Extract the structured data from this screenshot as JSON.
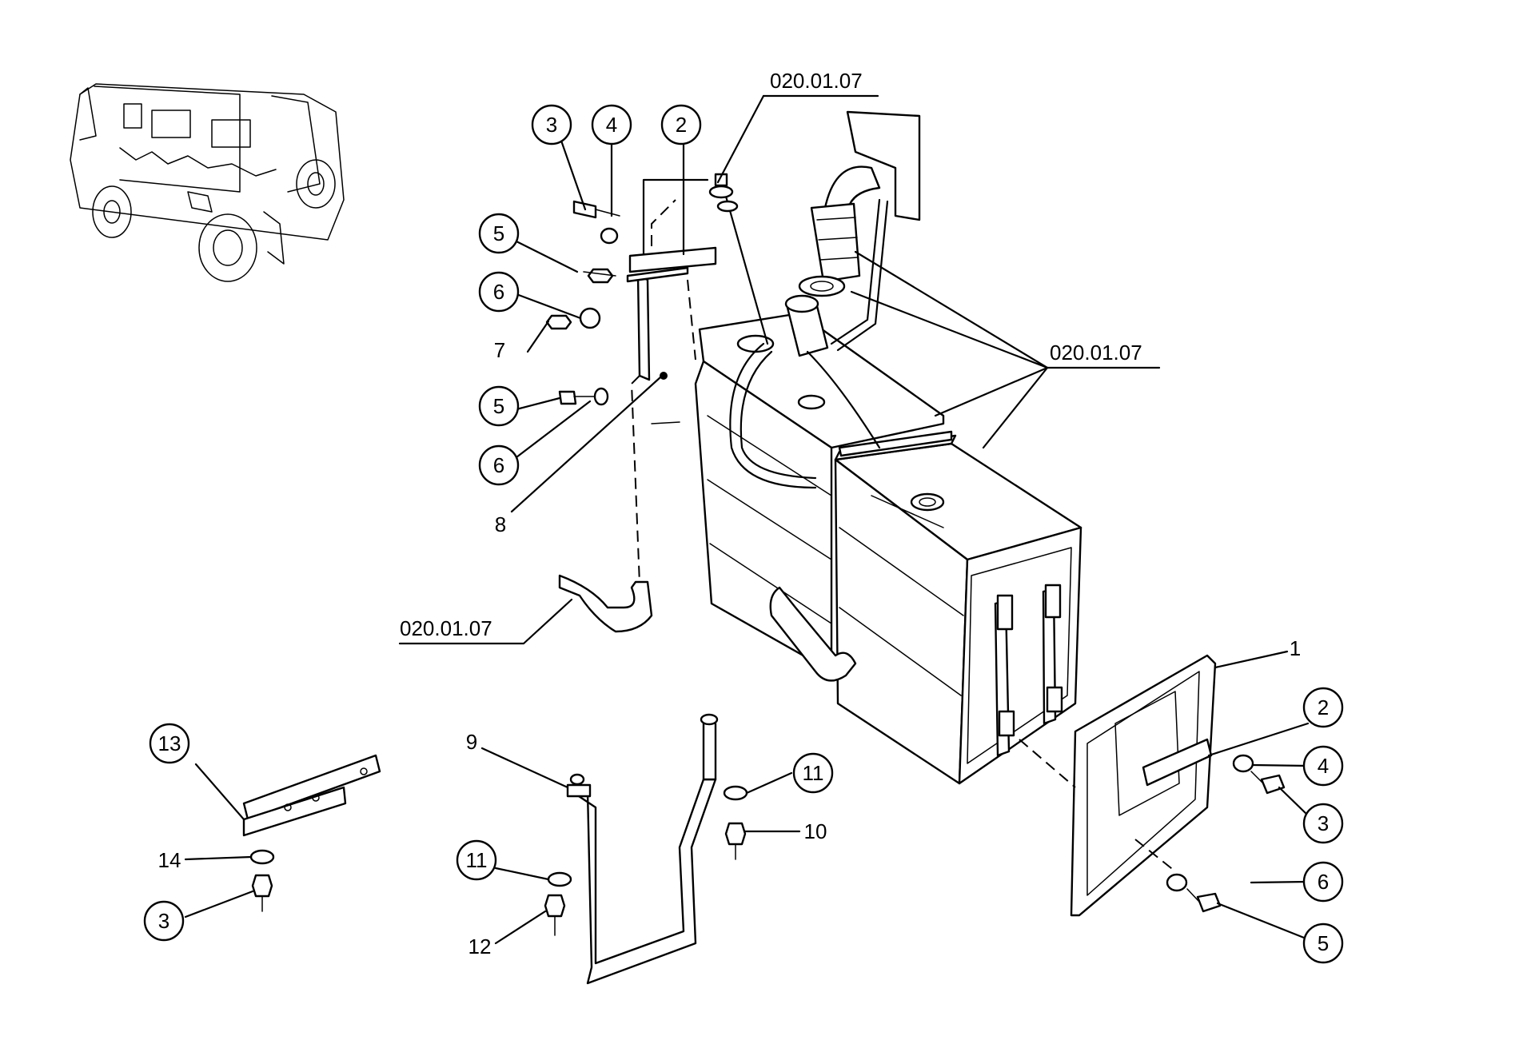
{
  "diagram": {
    "references": {
      "ref_hose_top": "020.01.07",
      "ref_filler_group": "020.01.07",
      "ref_hose_left": "020.01.07"
    },
    "callouts": {
      "c3_top": "3",
      "c4_top": "4",
      "c2_top": "2",
      "c5_a": "5",
      "c6_a": "6",
      "c7": "7",
      "c5_b": "5",
      "c6_b": "6",
      "c8": "8",
      "c1": "1",
      "c2_right": "2",
      "c4_right": "4",
      "c3_right": "3",
      "c6_right": "6",
      "c5_right": "5",
      "c13": "13",
      "c14": "14",
      "c3_left": "3",
      "c9": "9",
      "c11_a": "11",
      "c10": "10",
      "c11_b": "11",
      "c12": "12"
    }
  }
}
